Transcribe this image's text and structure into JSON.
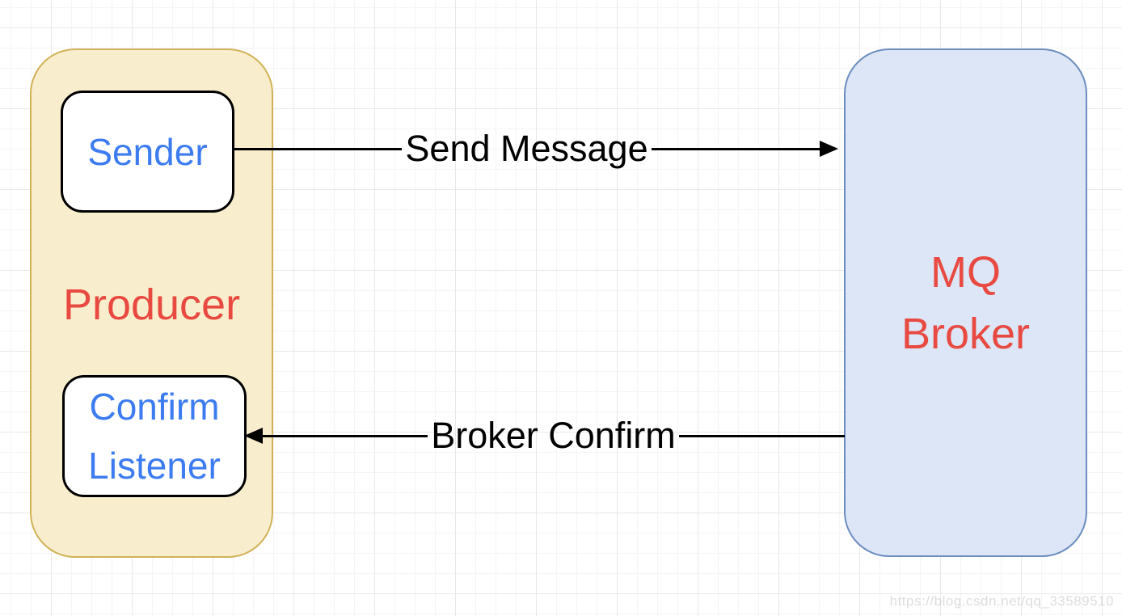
{
  "nodes": {
    "producer": {
      "label": "Producer"
    },
    "sender": {
      "label": "Sender"
    },
    "confirm_listener": {
      "lines": [
        "Confirm",
        "Listener"
      ]
    },
    "broker": {
      "lines": [
        "MQ",
        "Broker"
      ]
    }
  },
  "arrows": [
    {
      "label": "Send Message",
      "direction": "right",
      "from": "Sender",
      "to": "MQ Broker"
    },
    {
      "label": "Broker Confirm",
      "direction": "left",
      "from": "MQ Broker",
      "to": "Confirm Listener"
    }
  ],
  "watermark": {
    "text": "https://blog.csdn.net/qq_33589510"
  },
  "colors": {
    "canvas_bg": "#ffffff",
    "grid_major": "#e8e8e8",
    "grid_minor": "#f6f4f5",
    "producer_fill": "#f8eecd",
    "producer_stroke": "#d2b258",
    "broker_fill": "#dce6f6",
    "broker_stroke": "#6c8ebf",
    "node_fill": "#ffffff",
    "node_stroke": "#000000",
    "blue_text": "#3d7cf0",
    "red_text": "#e84a41",
    "arrow_color": "#000000",
    "arrow_text": "#000000",
    "watermark_color": "rgba(180,180,185,0.45)"
  }
}
